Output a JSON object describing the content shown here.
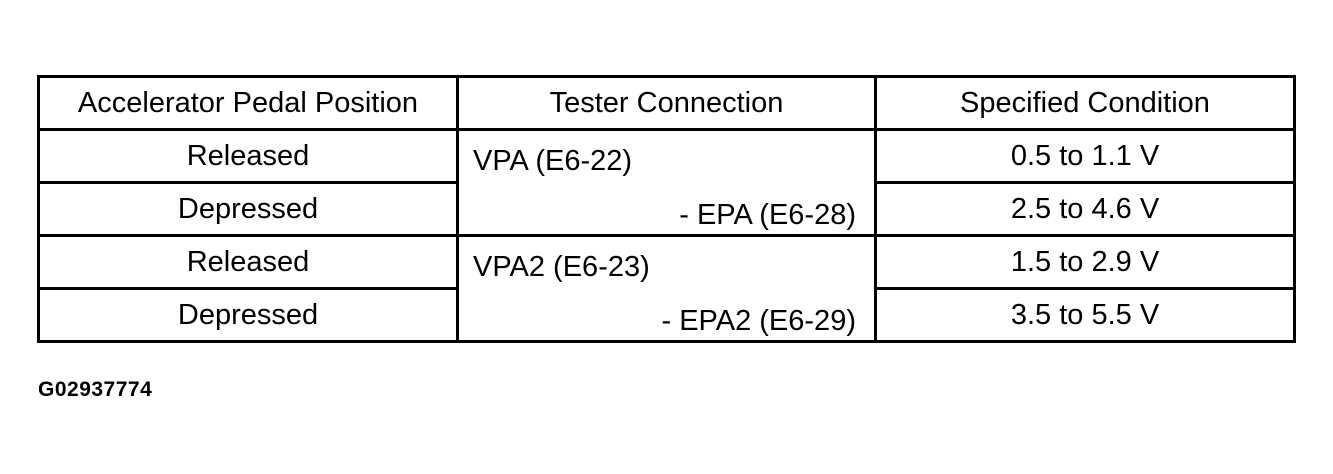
{
  "table": {
    "headers": [
      "Accelerator Pedal Position",
      "Tester Connection",
      "Specified Condition"
    ],
    "groups": [
      {
        "connection_line1": "VPA (E6-22)",
        "connection_line2": "- EPA (E6-28)",
        "rows": [
          {
            "position": "Released",
            "condition": "0.5 to 1.1 V"
          },
          {
            "position": "Depressed",
            "condition": "2.5 to 4.6 V"
          }
        ]
      },
      {
        "connection_line1": "VPA2 (E6-23)",
        "connection_line2": "- EPA2 (E6-29)",
        "rows": [
          {
            "position": "Released",
            "condition": "1.5 to 2.9 V"
          },
          {
            "position": "Depressed",
            "condition": "3.5 to 5.5 V"
          }
        ]
      }
    ]
  },
  "figure_id": "G02937774"
}
